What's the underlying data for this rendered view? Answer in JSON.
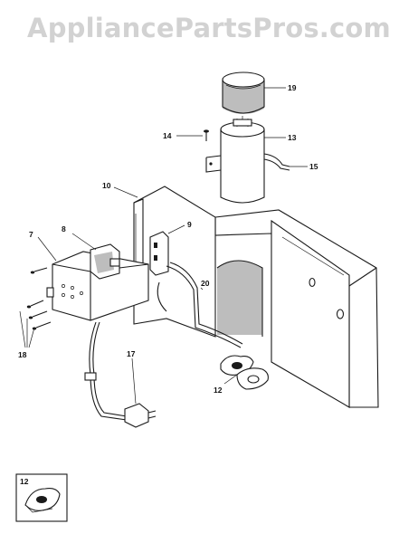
{
  "watermark": "AppliancePartsPros.com",
  "callouts": {
    "c19": "19",
    "c14": "14",
    "c13": "13",
    "c15": "15",
    "c10": "10",
    "c7": "7",
    "c8": "8",
    "c9": "9",
    "c20": "20",
    "c18": "18",
    "c17": "17",
    "c12": "12",
    "inset12": "12"
  }
}
